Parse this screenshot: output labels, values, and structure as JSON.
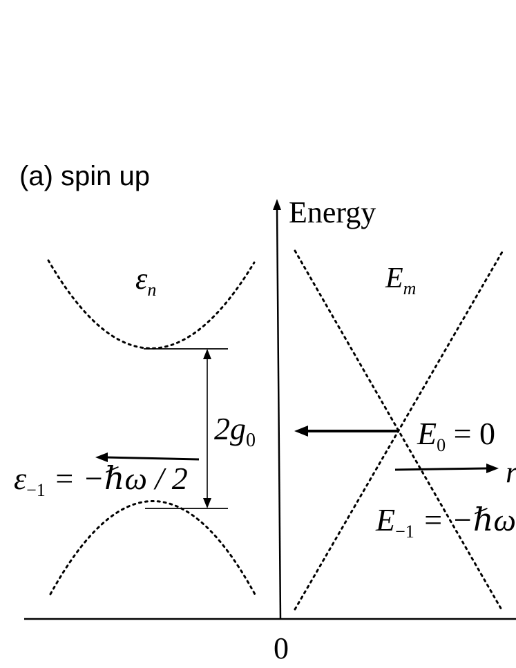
{
  "panel_label": "(a) spin up",
  "axes": {
    "y_label": "Energy",
    "x_origin_label": "0"
  },
  "labels": {
    "epsilon_n": {
      "main": "ε",
      "sub": "n"
    },
    "E_m": {
      "main": "E",
      "sub": "m"
    },
    "gap": {
      "main": "2g",
      "sub": "0"
    },
    "E0": {
      "main": "E",
      "sub": "0",
      "rest": " = 0"
    },
    "eps_minus1": {
      "main": "ε",
      "sub": "−1",
      "rest": " = −ℏω / 2"
    },
    "E_minus1": {
      "main": "E",
      "sub": "−1",
      "rest": " = −ℏω"
    },
    "right_arrow_label": "r"
  },
  "colors": {
    "ink": "#000000",
    "background": "#ffffff"
  }
}
